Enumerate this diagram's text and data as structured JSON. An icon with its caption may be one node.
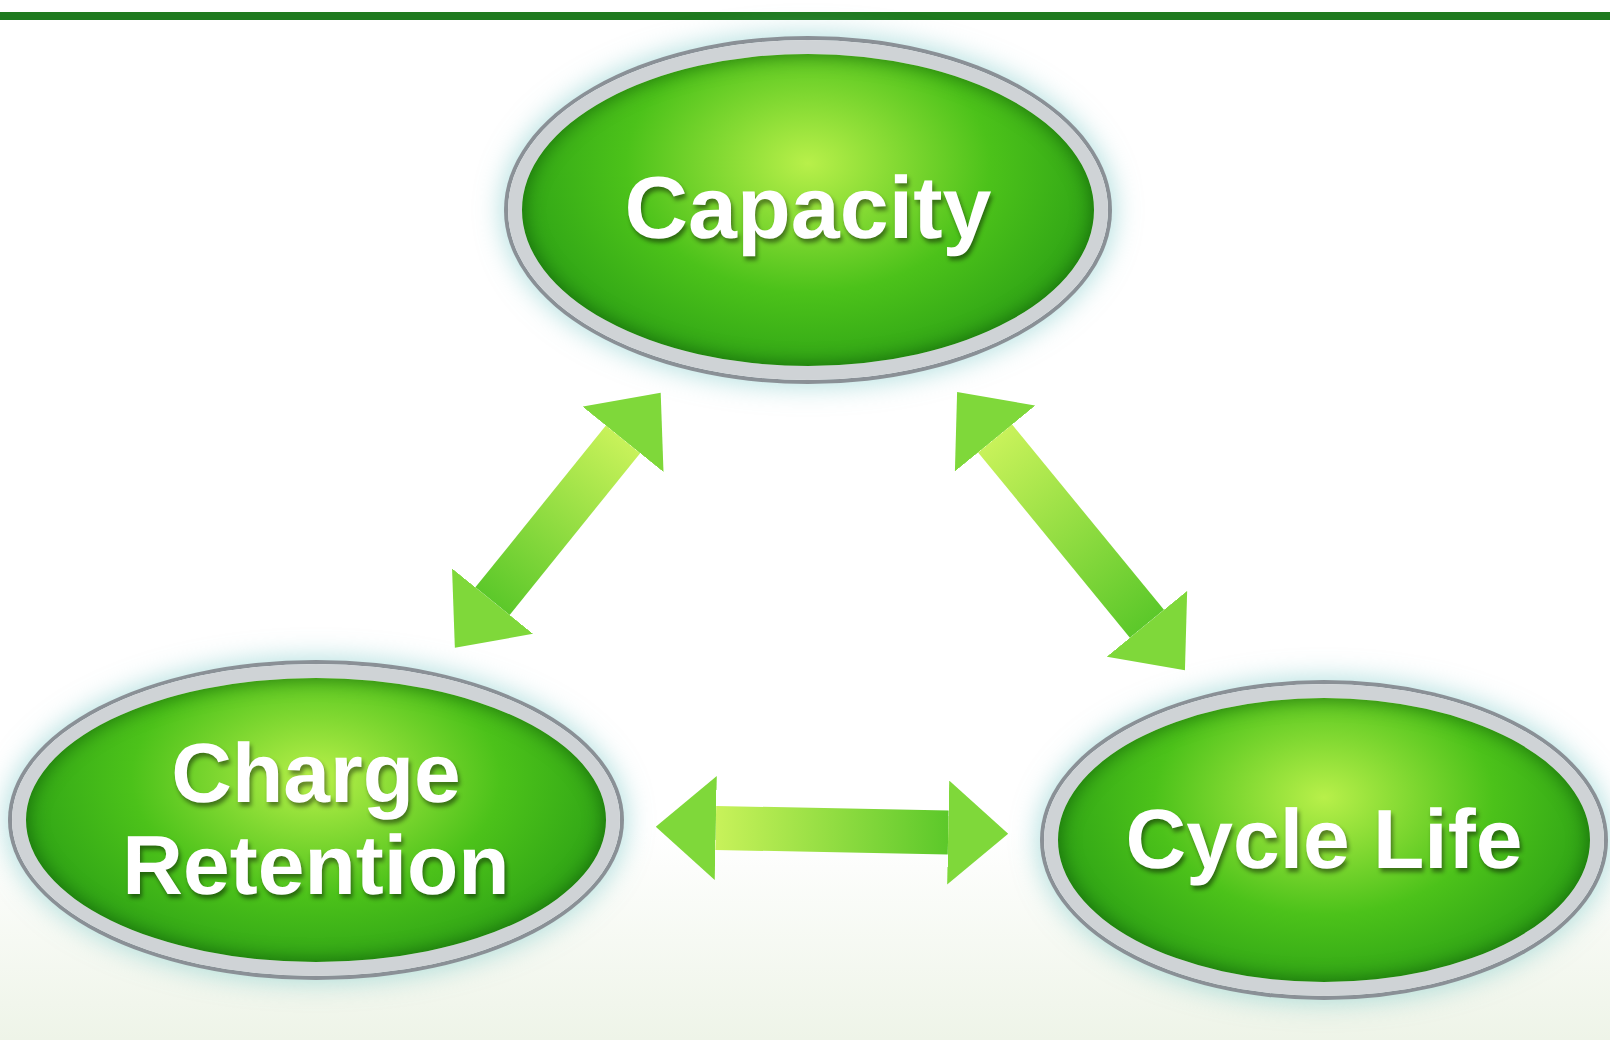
{
  "diagram": {
    "nodes": [
      {
        "text": [
          "Capacity"
        ]
      },
      {
        "text": [
          "Charge Retention"
        ]
      },
      {
        "text": [
          "Cycle Life"
        ]
      }
    ],
    "edges": [
      {
        "from": 0,
        "to": 1,
        "arrow": "both"
      },
      {
        "from": 0,
        "to": 2,
        "arrow": "both"
      },
      {
        "from": 1,
        "to": 2,
        "arrow": "both"
      }
    ]
  }
}
